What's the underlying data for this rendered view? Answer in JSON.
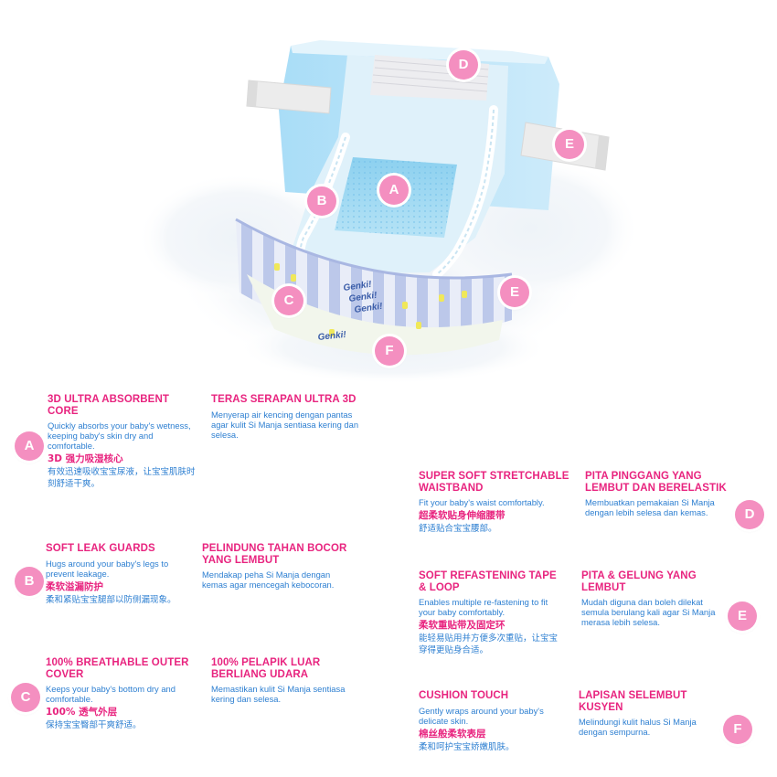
{
  "colors": {
    "accent_pink": "#e8247f",
    "marker_pink": "#f48fc0",
    "text_blue": "#2d7fd1"
  },
  "illustration": {
    "brand_text": "Genki!",
    "markers": [
      "D",
      "E",
      "A",
      "B",
      "C",
      "E",
      "F"
    ]
  },
  "features": {
    "a": {
      "marker": "A",
      "en_title": "3D ULTRA ABSORBENT CORE",
      "en_desc": "Quickly absorbs your baby's wetness, keeping baby's skin dry and comfortable.",
      "zh_title": "3D 强力吸湿核心",
      "zh_desc": "有效迅速吸收宝宝尿液，让宝宝肌肤时刻舒适干爽。",
      "ms_title": "TERAS SERAPAN ULTRA 3D",
      "ms_desc": "Menyerap air kencing dengan pantas agar kulit Si Manja sentiasa kering dan selesa."
    },
    "b": {
      "marker": "B",
      "en_title": "SOFT LEAK GUARDS",
      "en_desc": "Hugs around your baby's legs to prevent leakage.",
      "zh_title": "柔软溢漏防护",
      "zh_desc": "柔和紧贴宝宝腿部以防侧漏现象。",
      "ms_title": "PELINDUNG TAHAN BOCOR YANG LEMBUT",
      "ms_desc": "Mendakap peha Si Manja dengan kemas agar mencegah kebocoran."
    },
    "c": {
      "marker": "C",
      "en_title": "100% BREATHABLE OUTER COVER",
      "en_desc": "Keeps your baby's bottom dry and comfortable.",
      "zh_title": "100% 透气外层",
      "zh_desc": "保持宝宝臀部干爽舒适。",
      "ms_title": "100% PELAPIK LUAR BERLIANG UDARA",
      "ms_desc": "Memastikan kulit Si Manja sentiasa kering dan selesa."
    },
    "d": {
      "marker": "D",
      "en_title": "SUPER SOFT STRETCHABLE WAISTBAND",
      "en_desc": "Fit your baby's waist comfortably.",
      "zh_title": "超柔软贴身伸缩腰带",
      "zh_desc": "舒适贴合宝宝腰部。",
      "ms_title": "PITA PINGGANG YANG LEMBUT DAN BERELASTIK",
      "ms_desc": "Membuatkan pemakaian Si Manja dengan lebih selesa dan kemas."
    },
    "e": {
      "marker": "E",
      "en_title": "SOFT REFASTENING TAPE & LOOP",
      "en_desc": "Enables multiple re-fastening to fit your baby comfortably.",
      "zh_title": "柔软重贴带及固定环",
      "zh_desc": "能轻易贴用并方便多次重贴，让宝宝穿得更贴身合适。",
      "ms_title": "PITA & GELUNG YANG LEMBUT",
      "ms_desc": "Mudah diguna dan boleh dilekat semula berulang kali agar Si Manja merasa lebih selesa."
    },
    "f": {
      "marker": "F",
      "en_title": "CUSHION TOUCH",
      "en_desc": "Gently wraps around your baby's delicate skin.",
      "zh_title": "棉丝般柔软表层",
      "zh_desc": "柔和呵护宝宝娇嫩肌肤。",
      "ms_title": "LAPISAN SELEMBUT KUSYEN",
      "ms_desc": "Melindungi kulit halus Si Manja dengan sempurna."
    }
  }
}
